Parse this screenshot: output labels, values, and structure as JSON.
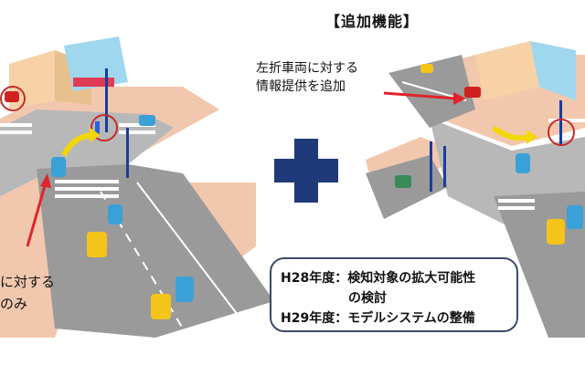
{
  "title": "【追加機能】",
  "left_note": {
    "line1": "に対する",
    "line2": "のみ"
  },
  "right_note": {
    "line1": "左折車両に対する",
    "line2": "情報提供を追加"
  },
  "info_box": {
    "line1": "H28年度：検知対象の拡大可能性",
    "line2": "の検討",
    "line3": "H29年度：モデルシステムの整備"
  },
  "colors": {
    "plus": "#1f3a78",
    "arrow": "#e0242a",
    "yellow_arrow": "#f2d800",
    "box_border": "#3b4a6b"
  }
}
